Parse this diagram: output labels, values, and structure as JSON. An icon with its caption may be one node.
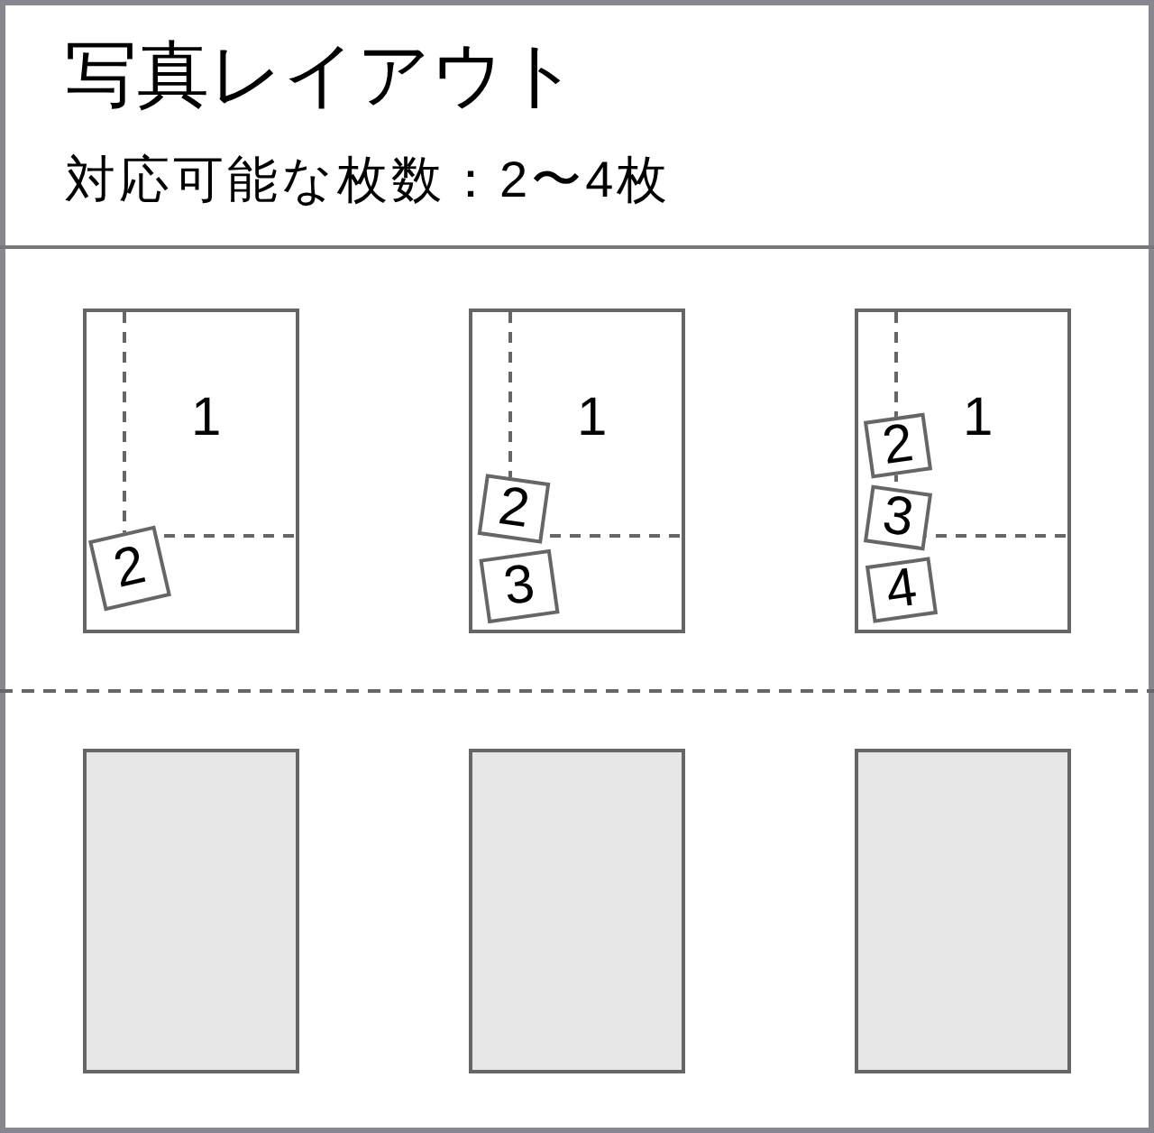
{
  "diagram": {
    "title": "写真レイアウト",
    "nodes": [
      {
        "text": [
          "1"
        ]
      },
      {
        "text": [
          "2"
        ],
        "in": 0
      },
      {
        "text": [
          "1"
        ]
      },
      {
        "text": [
          "2"
        ],
        "in": 2
      },
      {
        "text": [
          "3"
        ],
        "in": 2
      },
      {
        "text": [
          "1"
        ]
      },
      {
        "text": [
          "2"
        ],
        "in": 5
      },
      {
        "text": [
          "3"
        ],
        "in": 5
      },
      {
        "text": [
          "4"
        ],
        "in": 5
      },
      {
        "text": [],
        "shape": "box"
      },
      {
        "text": [],
        "shape": "box"
      },
      {
        "text": [],
        "shape": "box"
      }
    ],
    "labels": [
      "対応可能な枚数：2〜4枚"
    ]
  }
}
